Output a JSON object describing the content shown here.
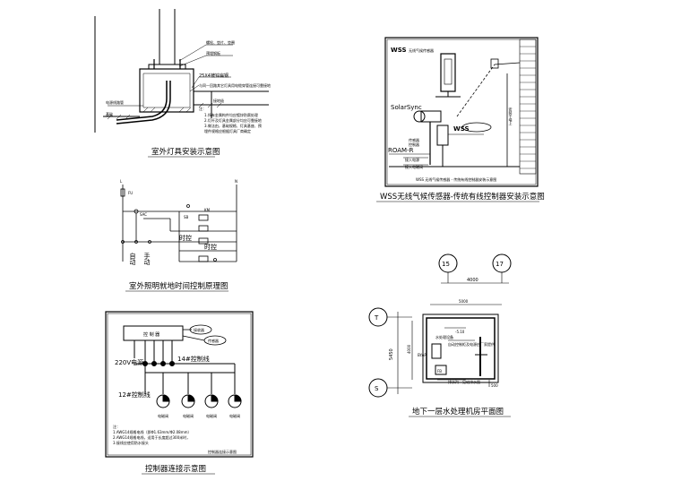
{
  "lamp": {
    "caption": "室外灯具安装示意图",
    "label_top": "螺栓、垫片、垫圈",
    "label_mid": "预埋钢板",
    "label_ground": "25X4镀锌扁钢",
    "label_note_line": "与同一回路其它灯具用电缆穿管连接可靠接地",
    "label_rod": "接地极",
    "label_cable": "电源线路管",
    "label_base": "基础",
    "notes_title": "注：",
    "notes": [
      "1.所有金属构件均应镀锌防腐处理",
      "2.灯杆及灯具金属部分均应可靠接地",
      "3.做法由，基础规格、灯具基座、预",
      "  埋件规格应根据灯具厂商确定"
    ]
  },
  "circuit": {
    "caption": "室外照明就地时间控制原理图",
    "label_l": "L",
    "label_n": "N",
    "label_fu": "FU",
    "label_sac": "SAC",
    "label_auto": "自动",
    "label_manual": "手动",
    "label_timer1": "时控",
    "label_timer2": "时控",
    "label_km": "KM",
    "label_sb": "SB"
  },
  "controller": {
    "caption": "控制器连接示意图",
    "box_label": "控 制 器",
    "receiver": "接收器",
    "sensor": "传感器",
    "power": "220V电源",
    "cable14": "14#控制线",
    "cable12": "12#控制线",
    "valves": [
      "电磁阀",
      "电磁阀",
      "电磁阀",
      "电磁阀"
    ],
    "notes_title": "注：",
    "notes": [
      "1.AWG14规格电线（即Φ1.63mm/Φ2.08mm）",
      "2.AWG14规格电线，适用于长度超过300米时，",
      "3.接线应使用防水接头"
    ],
    "footer": "控制器连接示意图"
  },
  "wss": {
    "caption": "WSS无线气候传感器-传统有线控制器安装示意图",
    "wss": "WSS",
    "solarsync": "SolarSync",
    "roam": "ROAM-R",
    "wss2": "WSS",
    "label_a": "无线气候传感器",
    "label_b": "传感器",
    "label_c": "控制器",
    "label_d": "接入电源",
    "label_e": "接入电磁阀",
    "label_wall": "安装于墙上",
    "footer": "WSS 无线气候传感器 - 传统有线控制器安装示意图"
  },
  "plan": {
    "caption": "地下一层水处理机房平面图",
    "axis1": "15",
    "axis2": "17",
    "axisT": "T",
    "axisS": "S",
    "dim_top": "4000",
    "dim_room": "5000",
    "dim_left": "5450",
    "dim_inner": "4000",
    "elev": "-5.10",
    "label_pump": "BYAP",
    "label_fb": "FB",
    "label_note1": "水处理设备",
    "label_note2": "自动控制柜及电源由厂家提供",
    "label_door": "900",
    "label_bottom": "排水沟 - 见给排水图",
    "dim_right": "500"
  }
}
